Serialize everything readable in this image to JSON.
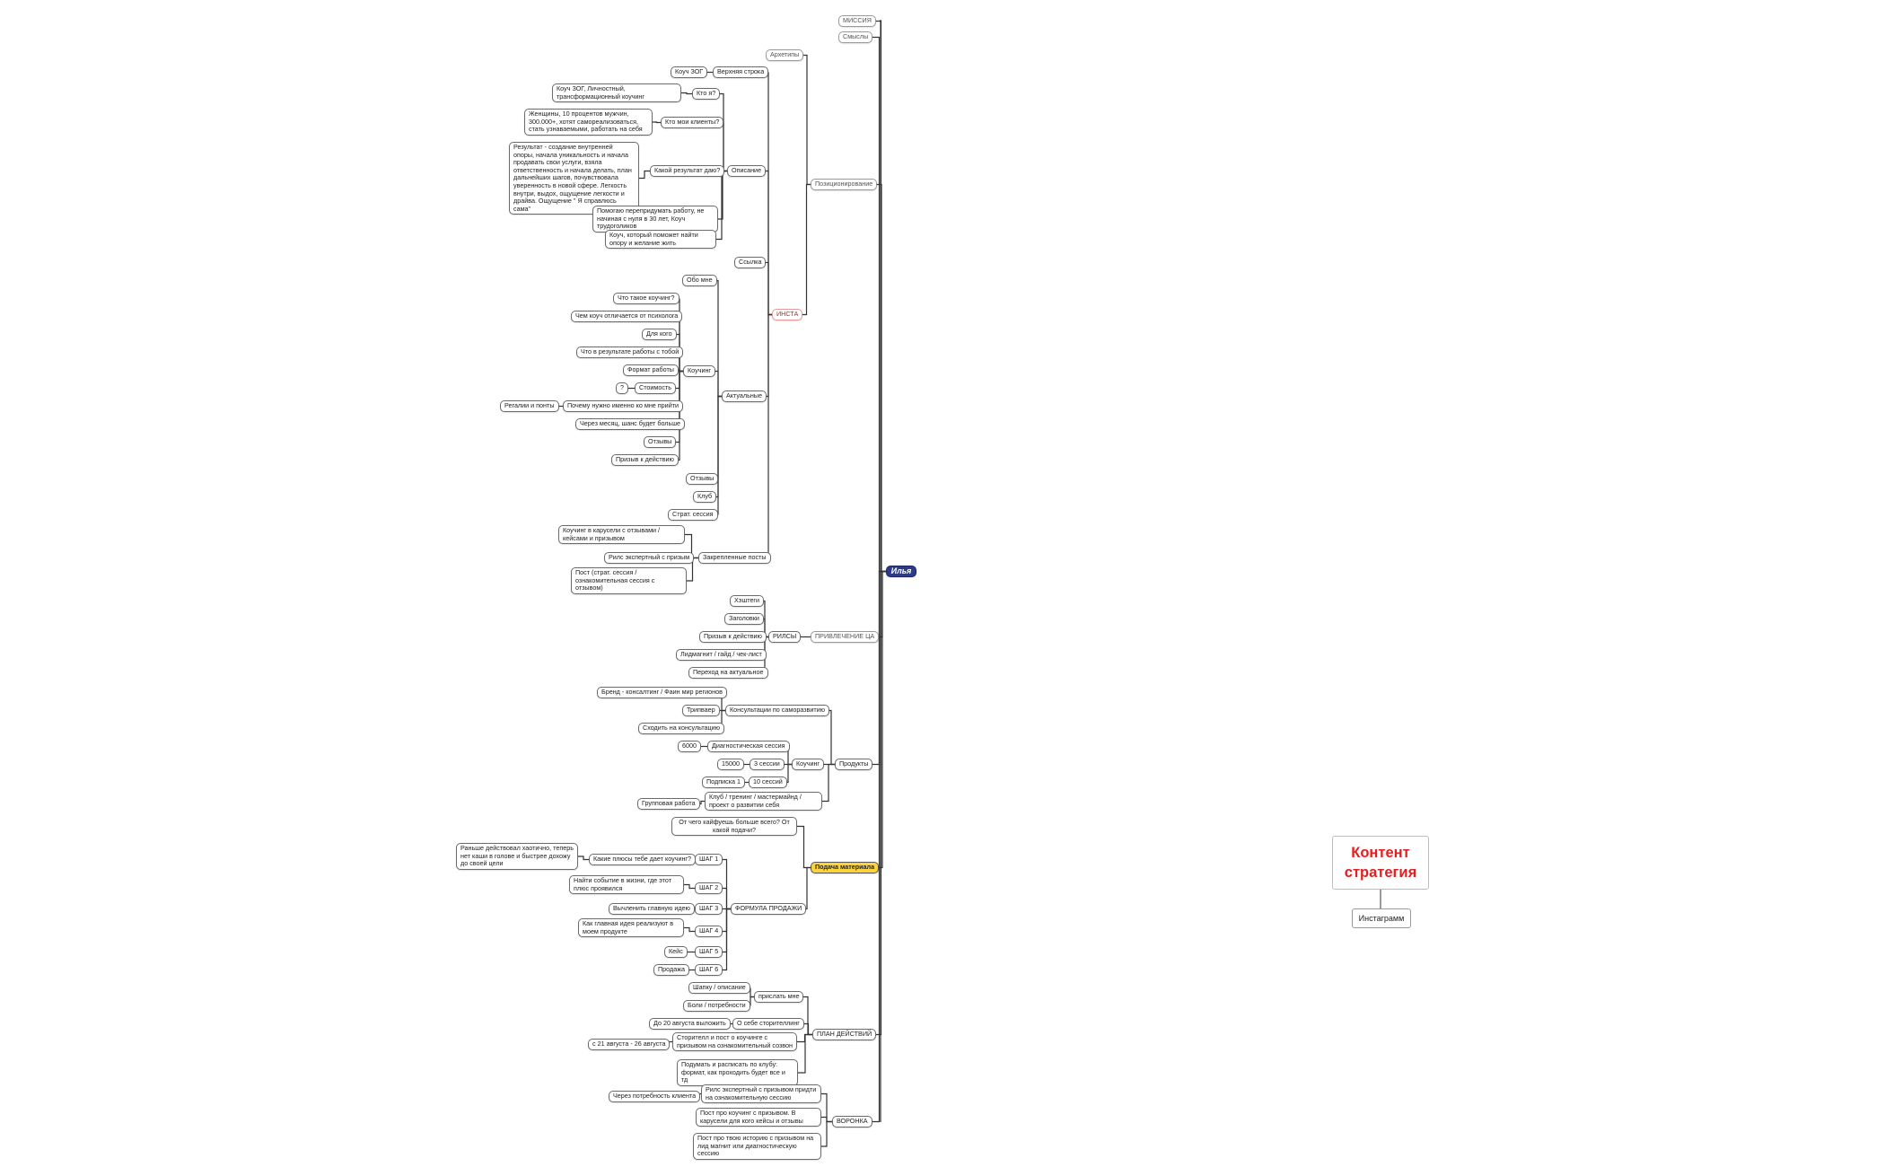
{
  "title": "Контент стратегия",
  "sub": "Инстаграмм",
  "n": {
    "root": "Илья",
    "mission": "МИССИЯ",
    "meanings": "Смыслы",
    "archetypes": "Архетипы",
    "upper_line": "Верхняя строка",
    "coach_ZOG": "Коуч ЗОГ",
    "who_am_i": "Кто я?",
    "who_am_i_a": "Коуч ЗОГ, Личностный, трансформационный коучинг",
    "clients": "Кто мои клиенты?",
    "clients_a": "Женщины, 10 процентов мужчин, 300.000+, хотят самореализоваться, стать узнаваемыми, работать на себя",
    "result": "Какой результат даю?",
    "result_a": "Результат - создание внутренней опоры, начала уникальность и начала продавать свои услуги, взяла ответственность и начала делать, план дальнейших шагов, почувствовала уверенность в новой сфере. Легкость внутри, выдох, ощущение легкости и драйва. Ощущение \" Я справлюсь сама\"",
    "description": "Описание",
    "desc_a1": "Помогаю перепридумать работу, не начиная с нуля в 30 лет, Коуч трудоголиков",
    "desc_a2": "Коуч, который поможет найти опору и желание жить",
    "positioning": "Позиционирование",
    "link": "Ссылка",
    "insta": "ИНСТА",
    "about_me": "Обо мне",
    "what_coaching": "Что такое коучинг?",
    "coach_vs_psy": "Чем коуч отличается от психолога",
    "for_whom": "Для кого",
    "work_result": "Что в результате работы с тобой",
    "work_format": "Формат работы",
    "q_mark": "?",
    "cost": "Стоимость",
    "why_me": "Почему нужно именно ко мне прийти",
    "regalia": "Регалии и понты",
    "in_month": "Через месяц, шанс будет больше",
    "reviews": "Отзывы",
    "cta": "Призыв к действию",
    "coaching": "Коучинг",
    "actual": "Актуальные",
    "reviews2": "Отзывы",
    "club": "Клуб",
    "strat_session": "Страт. сессия",
    "pinned": "Закрепленные посты",
    "pin_a1": "Коучинг в карусели с отзывами / кейсами и призывом",
    "pin_a2": "Рилс экспертный с призым",
    "pin_a3": "Пост (страт. сессия / ознакомительная сессия с отзывом)",
    "hashtags": "Хэштеги",
    "headers": "Заголовки",
    "cta2": "Призыв к действию",
    "reels": "РИЛСЫ",
    "lead_magnet": "Лидмагнит / гайд / чек-лист",
    "to_actual": "Переход на актуальное",
    "attract": "ПРИВЛЕЧЕНИЕ ЦА",
    "brand": "Бренд - консалтинг / Фаин мир регионов",
    "tripwire": "Трипваер",
    "consult": "Консультации по саморазвитию",
    "go_consult": "Сходить на консультацию",
    "s6000": "6000",
    "diag": "Диагностическая сессия",
    "s15000": "15000",
    "s3": "3 сессии",
    "coaching2": "Коучинг",
    "products": "Продукты",
    "sub1": "Подписка 1",
    "s10": "10 сессий",
    "group": "Групповая работа",
    "club2": "Клуб / тренинг / мастермайнд / проект о развитии себя",
    "from_what": "От чего кайфуешь больше всего? От какой подачи?",
    "presentation": "Подача материала",
    "before": "Раньше действовал хаотично, теперь нет каши в голове и быстрее дохожу до своей цели",
    "pluses": "Какие плюсы тебе дает коучинг?",
    "step1": "ШАГ 1",
    "find_event": "Найти событие в жизни, где этот плюс проявился",
    "step2": "ШАГ 2",
    "main_idea": "Вычленить главную идею",
    "step3": "ШАГ 3",
    "formula": "ФОРМУЛА ПРОДАЖИ",
    "how_idea": "Как главная идея реализуют в моем продукте",
    "step4": "ШАГ 4",
    "case": "Кейс",
    "step5": "ШАГ 5",
    "sale": "Продажа",
    "step6": "ШАГ 6",
    "header_desc": "Шапку / описание",
    "send_me": "прислать мне",
    "pains": "Боли / потребности",
    "until20": "До 20 августа выложить",
    "about_story": "О себе сторителлинг",
    "action_plan": "ПЛАН ДЕЙСТВИЙ",
    "aug": "с 21 августа - 26 августа",
    "storytel": "Сторителл и пост о коучинге с призывом на ознакомительный созвон",
    "prepare": "Подумать и расписать по клубу: формат, как проходить будет все и тд",
    "via_need": "Через потребность клиента",
    "reels_expert": "Рилс экспертный с призывом придти на ознакомительную сессию",
    "post_coaching": "Пост про коучинг с призывом. В карусели для кого кейсы и отзывы",
    "funnel": "ВОРОНКА",
    "post_story": "Пост про твою историю с призывом на лид магнит или диагностическую сессию"
  }
}
